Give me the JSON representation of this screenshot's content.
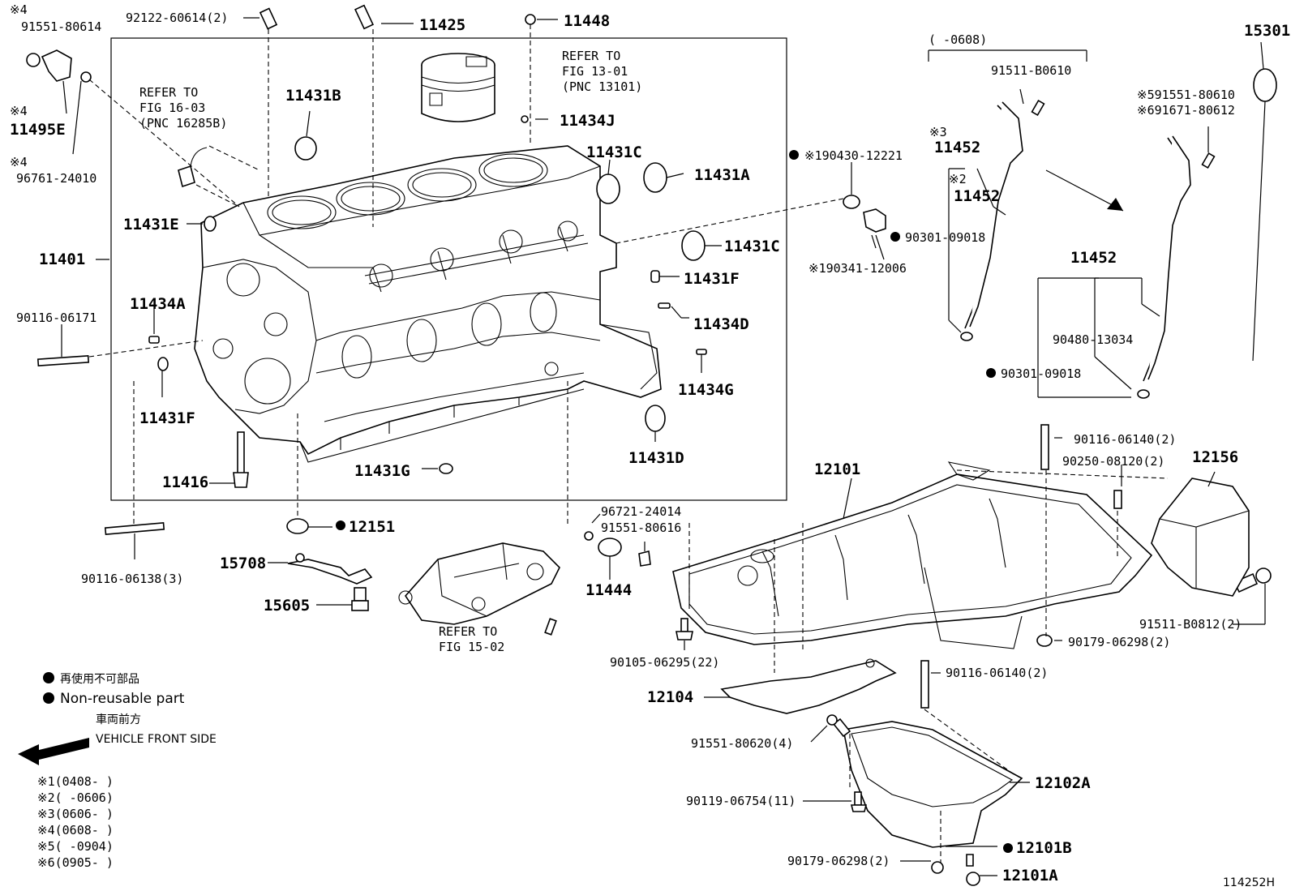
{
  "labels": {
    "p11401": "11401",
    "p92122": "92122-60614(2)",
    "p11425": "11425",
    "p11448": "11448",
    "p91551_80614": "91551-80614",
    "p11495E": "11495E",
    "p96761": "96761-24010",
    "refer16": "REFER TO",
    "refer16b": "FIG 16-03",
    "refer16c": "(PNC 16285B)",
    "p11431B": "11431B",
    "refer13": "REFER TO",
    "refer13b": "FIG 13-01",
    "refer13c": "(PNC 13101)",
    "p11434J": "11434J",
    "p11431C_a": "11431C",
    "p11431A": "11431A",
    "p11431E": "11431E",
    "p11431C_b": "11431C",
    "p11431F_a": "11431F",
    "p11434A": "11434A",
    "p90116_06171": "90116-06171",
    "p11434D": "11434D",
    "p11431F_b": "11431F",
    "p11434G": "11434G",
    "p11431D": "11431D",
    "p11431G": "11431G",
    "p11416": "11416",
    "p12151": "12151",
    "p90116_06138": "90116-06138(3)",
    "p15708": "15708",
    "p15605": "15605",
    "p96721": "96721-24014",
    "p91551_80616": "91551-80616",
    "p11444": "11444",
    "refer15": "REFER TO",
    "refer15b": "FIG 15-02",
    "p190430": "※190430-12221",
    "p90301_a": "90301-09018",
    "p190341": "※190341-12006",
    "range0608": "(     -0608)",
    "p91511_B0610": "91511-B0610",
    "mark3": "※3",
    "p11452_a": "11452",
    "mark2": "※2",
    "p11452_b": "11452",
    "p11452_c": "11452",
    "p90480": "90480-13034",
    "p90301_b": "90301-09018",
    "p15301": "15301",
    "p91551_80610": "※591551-80610",
    "p91671": "※691671-80612",
    "p12101": "12101",
    "p90116_06140_a": "90116-06140(2)",
    "p90250": "90250-08120(2)",
    "p12156": "12156",
    "p91511_B0812": "91511-B0812(2)",
    "p90179_a": "90179-06298(2)",
    "p90105": "90105-06295(22)",
    "p90116_06140_b": "90116-06140(2)",
    "p12104": "12104",
    "p91551_80620": "91551-80620(4)",
    "p12102A": "12102A",
    "p90119": "90119-06754(11)",
    "p90179_b": "90179-06298(2)",
    "p12101B": "12101B",
    "p12101A": "12101A",
    "mark4a": "※4",
    "mark4b": "※4",
    "mark4c": "※4"
  },
  "legend": {
    "nonreusable_jp": "再使用不可部品",
    "nonreusable_en": "Non-reusable part",
    "front_jp": "車両前方",
    "front_en": "VEHICLE FRONT SIDE"
  },
  "footnotes": [
    "※1(0408-    )",
    "※2(     -0606)",
    "※3(0606-    )",
    "※4(0608-    )",
    "※5(     -0904)",
    "※6(0905-    )"
  ],
  "figure_id": "114252H"
}
